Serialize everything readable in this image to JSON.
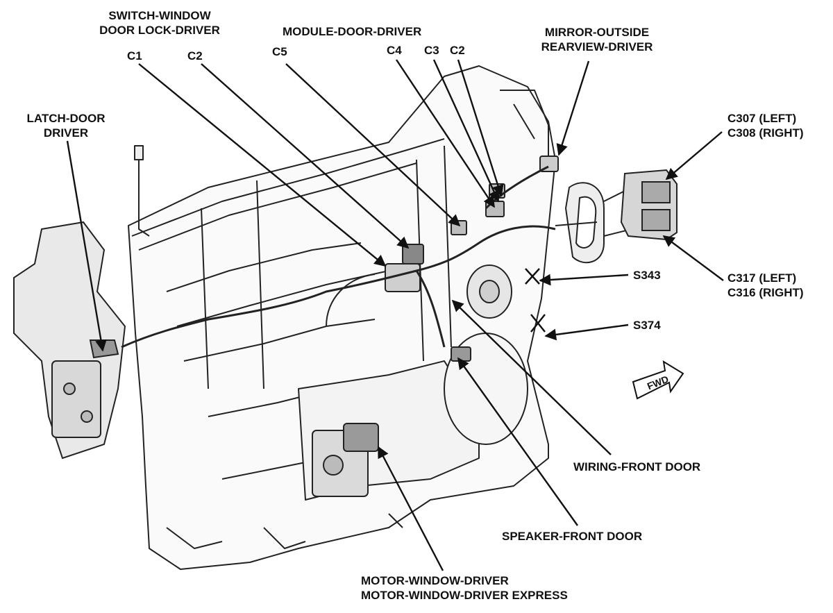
{
  "labels": {
    "switch_window": [
      "SWITCH-WINDOW",
      "DOOR LOCK-DRIVER"
    ],
    "c1": "C1",
    "c2_switch": "C2",
    "module_door": "MODULE-DOOR-DRIVER",
    "c5": "C5",
    "c4": "C4",
    "c3": "C3",
    "c2_module": "C2",
    "mirror": [
      "MIRROR-OUTSIDE",
      "REARVIEW-DRIVER"
    ],
    "latch": [
      "LATCH-DOOR",
      "DRIVER"
    ],
    "c307_c308": [
      "C307 (LEFT)",
      "C308 (RIGHT)"
    ],
    "c317_c316": [
      "C317 (LEFT)",
      "C316 (RIGHT)"
    ],
    "s343": "S343",
    "s374": "S374",
    "fwd": "FWD",
    "wiring": "WIRING-FRONT DOOR",
    "speaker": "SPEAKER-FRONT DOOR",
    "motor": [
      "MOTOR-WINDOW-DRIVER",
      "MOTOR-WINDOW-DRIVER EXPRESS"
    ]
  },
  "colors": {
    "ink": "#111111",
    "background": "#ffffff"
  }
}
